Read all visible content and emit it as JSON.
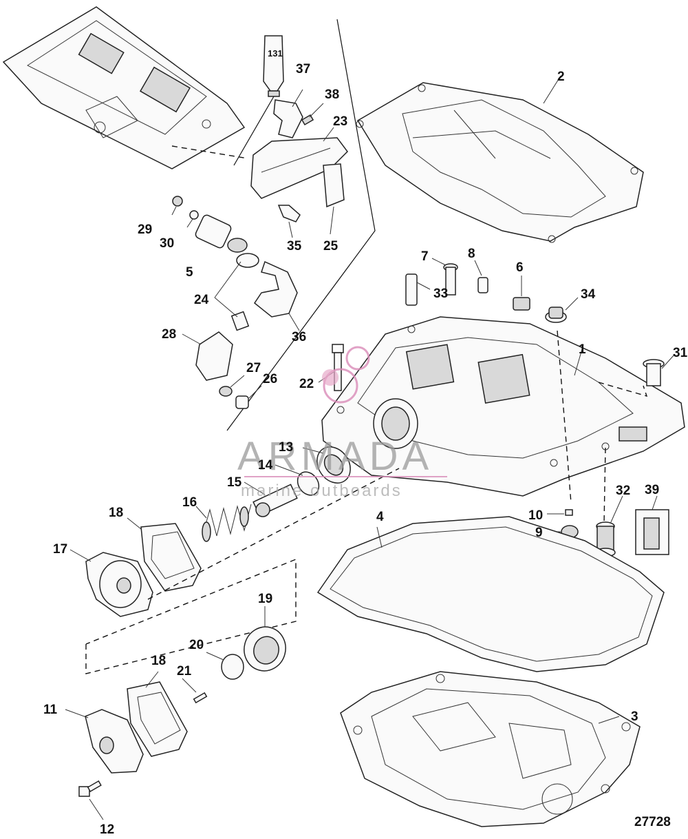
{
  "diagram_id": "27728",
  "tube_label": "131",
  "watermark": {
    "brand": "ARMADA",
    "sub": "marine outboards"
  },
  "callouts": {
    "c1": "1",
    "c2": "2",
    "c3": "3",
    "c4": "4",
    "c5": "5",
    "c6": "6",
    "c7": "7",
    "c8": "8",
    "c9": "9",
    "c10": "10",
    "c11": "11",
    "c12": "12",
    "c13": "13",
    "c14": "14",
    "c15": "15",
    "c16": "16",
    "c17": "17",
    "c18a": "18",
    "c18b": "18",
    "c19": "19",
    "c20": "20",
    "c21": "21",
    "c22": "22",
    "c23": "23",
    "c24": "24",
    "c25": "25",
    "c26": "26",
    "c27": "27",
    "c28": "28",
    "c29": "29",
    "c30": "30",
    "c31": "31",
    "c32": "32",
    "c33": "33",
    "c34": "34",
    "c35": "35",
    "c36": "36",
    "c37": "37",
    "c38": "38",
    "c39": "39"
  }
}
